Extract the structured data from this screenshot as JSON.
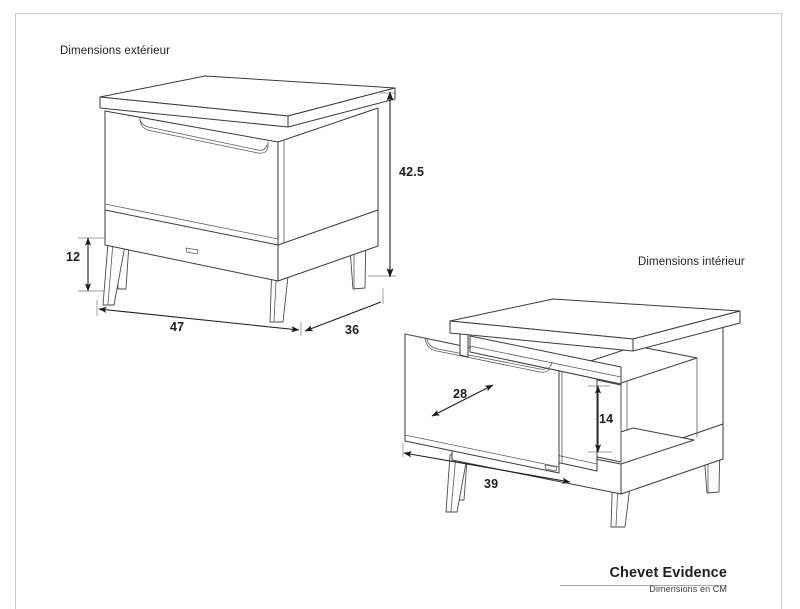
{
  "document": {
    "type": "technical-drawing",
    "units_note": "Dimensions en CM",
    "product_name": "Chevet Evidence"
  },
  "views": [
    {
      "id": "exterior",
      "title": "Dimensions extérieur",
      "description": "Nightstand closed, isometric view with four tapered legs"
    },
    {
      "id": "interior",
      "title": "Dimensions intérieur",
      "description": "Nightstand with drawer pulled open, isometric view"
    }
  ],
  "labels": {
    "exterior_title": "Dimensions extérieur",
    "interior_title": "Dimensions intérieur"
  },
  "dimensions": {
    "exterior": {
      "height_total": "42.5",
      "leg_height": "12",
      "width": "47",
      "depth": "36"
    },
    "interior": {
      "drawer_depth": "28",
      "drawer_height": "14",
      "drawer_width": "39"
    }
  },
  "titleblock": {
    "name": "Chevet Evidence",
    "units": "Dimensions en CM"
  },
  "colors": {
    "line": "#3a3a3a",
    "dimension": "#1d1d1d",
    "border": "#c9c9cf",
    "background": "#ffffff"
  }
}
